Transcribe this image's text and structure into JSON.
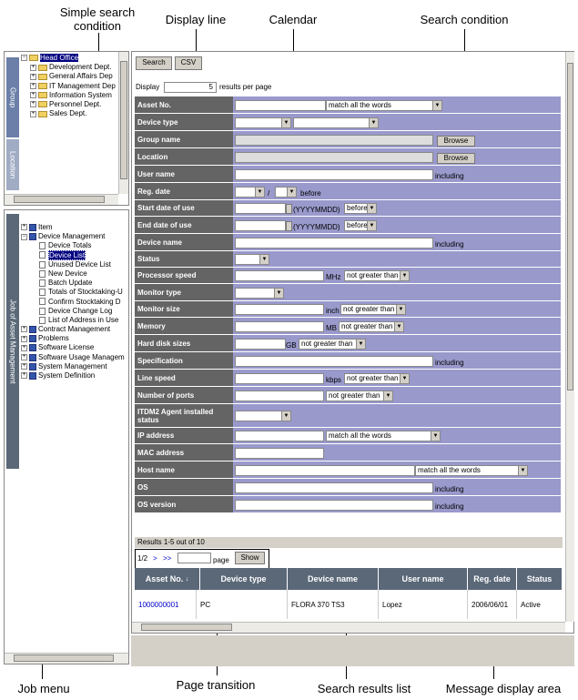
{
  "callouts": {
    "simple_search": "Simple search\ncondition",
    "display_line": "Display line",
    "calendar": "Calendar",
    "search_condition": "Search condition",
    "job_menu": "Job menu",
    "page_transition": "Page transition",
    "search_results": "Search results list",
    "message_area": "Message display area"
  },
  "left": {
    "tabs": [
      "Group",
      "Location"
    ],
    "tree": [
      {
        "label": "Head Office",
        "type": "root"
      },
      {
        "label": "Development Dept."
      },
      {
        "label": "General Affairs Dep"
      },
      {
        "label": "IT Management Dep"
      },
      {
        "label": "Information System"
      },
      {
        "label": "Personnel Dept."
      },
      {
        "label": "Sales Dept."
      }
    ],
    "job_tab": "Job of Asset Management",
    "job_tree": [
      {
        "label": "Item",
        "lvl": 0,
        "icon": "book"
      },
      {
        "label": "Device Management",
        "lvl": 0,
        "icon": "book",
        "open": true
      },
      {
        "label": "Device Totals",
        "lvl": 1
      },
      {
        "label": "Device List",
        "lvl": 1,
        "sel": true
      },
      {
        "label": "Unused Device List",
        "lvl": 1
      },
      {
        "label": "New Device",
        "lvl": 1
      },
      {
        "label": "Batch Update",
        "lvl": 1
      },
      {
        "label": "Totals of Stocktaking-U",
        "lvl": 1
      },
      {
        "label": "Confirm Stocktaking D",
        "lvl": 1
      },
      {
        "label": "Device Change Log",
        "lvl": 1
      },
      {
        "label": "List of Address in Use",
        "lvl": 1
      },
      {
        "label": "Contract Management",
        "lvl": 0,
        "icon": "book"
      },
      {
        "label": "Problems",
        "lvl": 0,
        "icon": "book"
      },
      {
        "label": "Software License",
        "lvl": 0,
        "icon": "book"
      },
      {
        "label": "Software Usage Managem",
        "lvl": 0,
        "icon": "book"
      },
      {
        "label": "System Management",
        "lvl": 0,
        "icon": "book"
      },
      {
        "label": "System Definition",
        "lvl": 0,
        "icon": "book"
      }
    ]
  },
  "toolbar": {
    "search": "Search",
    "csv": "CSV"
  },
  "display": {
    "prefix": "Display",
    "value": "5",
    "suffix": "results per page"
  },
  "conditions": {
    "asset_no": "Asset No.",
    "match_all": "match all the words",
    "device_type": "Device type",
    "group_name": "Group name",
    "browse": "Browse",
    "location": "Location",
    "user_name": "User name",
    "including": "including",
    "reg_date": "Reg. date",
    "slash": "/",
    "before": "before",
    "start_date": "Start date of use",
    "date_fmt": "(YYYYMMDD)",
    "end_date": "End date of use",
    "device_name": "Device name",
    "status": "Status",
    "processor": "Processor speed",
    "mhz": "MHz",
    "not_greater": "not greater than",
    "monitor_type": "Monitor type",
    "monitor_size": "Monitor size",
    "inch": "inch",
    "memory": "Memory",
    "mb": "MB",
    "hdd": "Hard disk sizes",
    "gb": "GB",
    "spec": "Specification",
    "line_speed": "Line speed",
    "kbps": "kbps",
    "ports": "Number of ports",
    "agent": "ITDM2 Agent installed status",
    "ip": "IP address",
    "mac": "MAC address",
    "host": "Host name",
    "os": "OS",
    "os_version": "OS version"
  },
  "results": {
    "summary": "Results 1-5 out of 10",
    "page": "1/2",
    "next": ">",
    "last": ">>",
    "page_label": "page",
    "show": "Show",
    "columns": [
      "Asset No.",
      "Device type",
      "Device name",
      "User name",
      "Reg. date",
      "Status"
    ],
    "rows": [
      {
        "asset": "1000000001",
        "type": "PC",
        "name": "FLORA 370 TS3",
        "user": "Lopez",
        "date": "2006/06/01",
        "status": "Active"
      }
    ]
  }
}
